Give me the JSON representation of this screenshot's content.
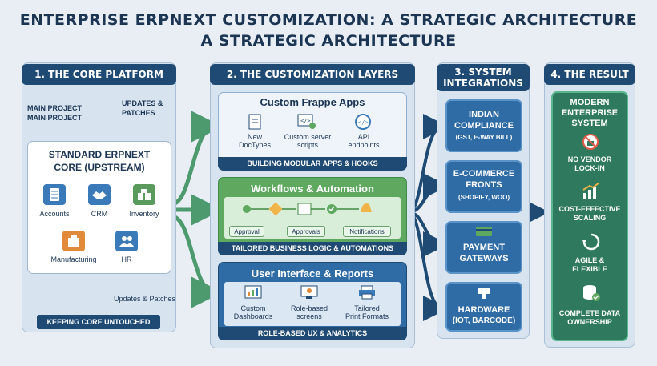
{
  "title": {
    "line1": "ENTERPRISE ERPNEXT CUSTOMIZATION: A STRATEGIC ARCHITECTURE",
    "line2": "A STRATEGIC ARCHITECTURE"
  },
  "core": {
    "header": "1. THE CORE PLATFORM",
    "main_project_1": "MAIN PROJECT",
    "main_project_2": "MAIN PROJECT",
    "updates_top_1": "UPDATES &",
    "updates_top_2": "PATCHES",
    "box_title_1": "STANDARD ERPNEXT",
    "box_title_2": "CORE (UPSTREAM)",
    "modules": [
      "Accounts",
      "CRM",
      "Inventory",
      "Manufacturing",
      "HR"
    ],
    "updates_bottom": "Updates & Patches",
    "footer": "KEEPING CORE UNTOUCHED"
  },
  "layers": {
    "header": "2. THE CUSTOMIZATION LAYERS",
    "apps": {
      "title": "Custom Frappe Apps",
      "items": [
        {
          "line1": "New",
          "line2": "DocTypes"
        },
        {
          "line1": "Custom server",
          "line2": "scripts"
        },
        {
          "line1": "API",
          "line2": "endpoints"
        }
      ],
      "banner": "BUILDING MODULAR APPS & HOOKS"
    },
    "workflows": {
      "title": "Workflows & Automation",
      "pills": [
        "Approval",
        "Approvals",
        "Notifications"
      ],
      "banner": "TAILORED BUSINESS LOGIC & AUTOMATIONS"
    },
    "ui": {
      "title": "User Interface & Reports",
      "items": [
        {
          "line1": "Custom",
          "line2": "Dashboards"
        },
        {
          "line1": "Role-based",
          "line2": "screens"
        },
        {
          "line1": "Tailored",
          "line2": "Print Formats"
        }
      ],
      "banner": "ROLE-BASED UX & ANALYTICS"
    }
  },
  "integrations": {
    "header_1": "3. SYSTEM",
    "header_2": "INTEGRATIONS",
    "cards": [
      {
        "line1": "INDIAN",
        "line2": "COMPLIANCE",
        "sub": "(GST, E-WAY BILL)"
      },
      {
        "line1": "E-COMMERCE",
        "line2": "FRONTS",
        "sub": "(SHOPIFY, WOO)"
      },
      {
        "line1": "PAYMENT",
        "line2": "GATEWAYS",
        "sub": ""
      },
      {
        "line1": "HARDWARE",
        "line2": "(IOT, BARCODE)",
        "sub": ""
      }
    ]
  },
  "result": {
    "header": "4. THE RESULT",
    "title_1": "MODERN",
    "title_2": "ENTERPRISE",
    "title_3": "SYSTEM",
    "items": [
      {
        "line1": "NO VENDOR",
        "line2": "LOCK-IN"
      },
      {
        "line1": "COST-EFFECTIVE",
        "line2": "SCALING"
      },
      {
        "line1": "AGILE &",
        "line2": "FLEXIBLE"
      },
      {
        "line1": "COMPLETE DATA",
        "line2": "OWNERSHIP"
      }
    ]
  },
  "colors": {
    "navy": "#1f4a73",
    "blue_panel": "#d5e3f0",
    "workflow_green": "#5fa860",
    "result_green": "#2f7a5e",
    "arrow_green": "#4d9a6f"
  }
}
